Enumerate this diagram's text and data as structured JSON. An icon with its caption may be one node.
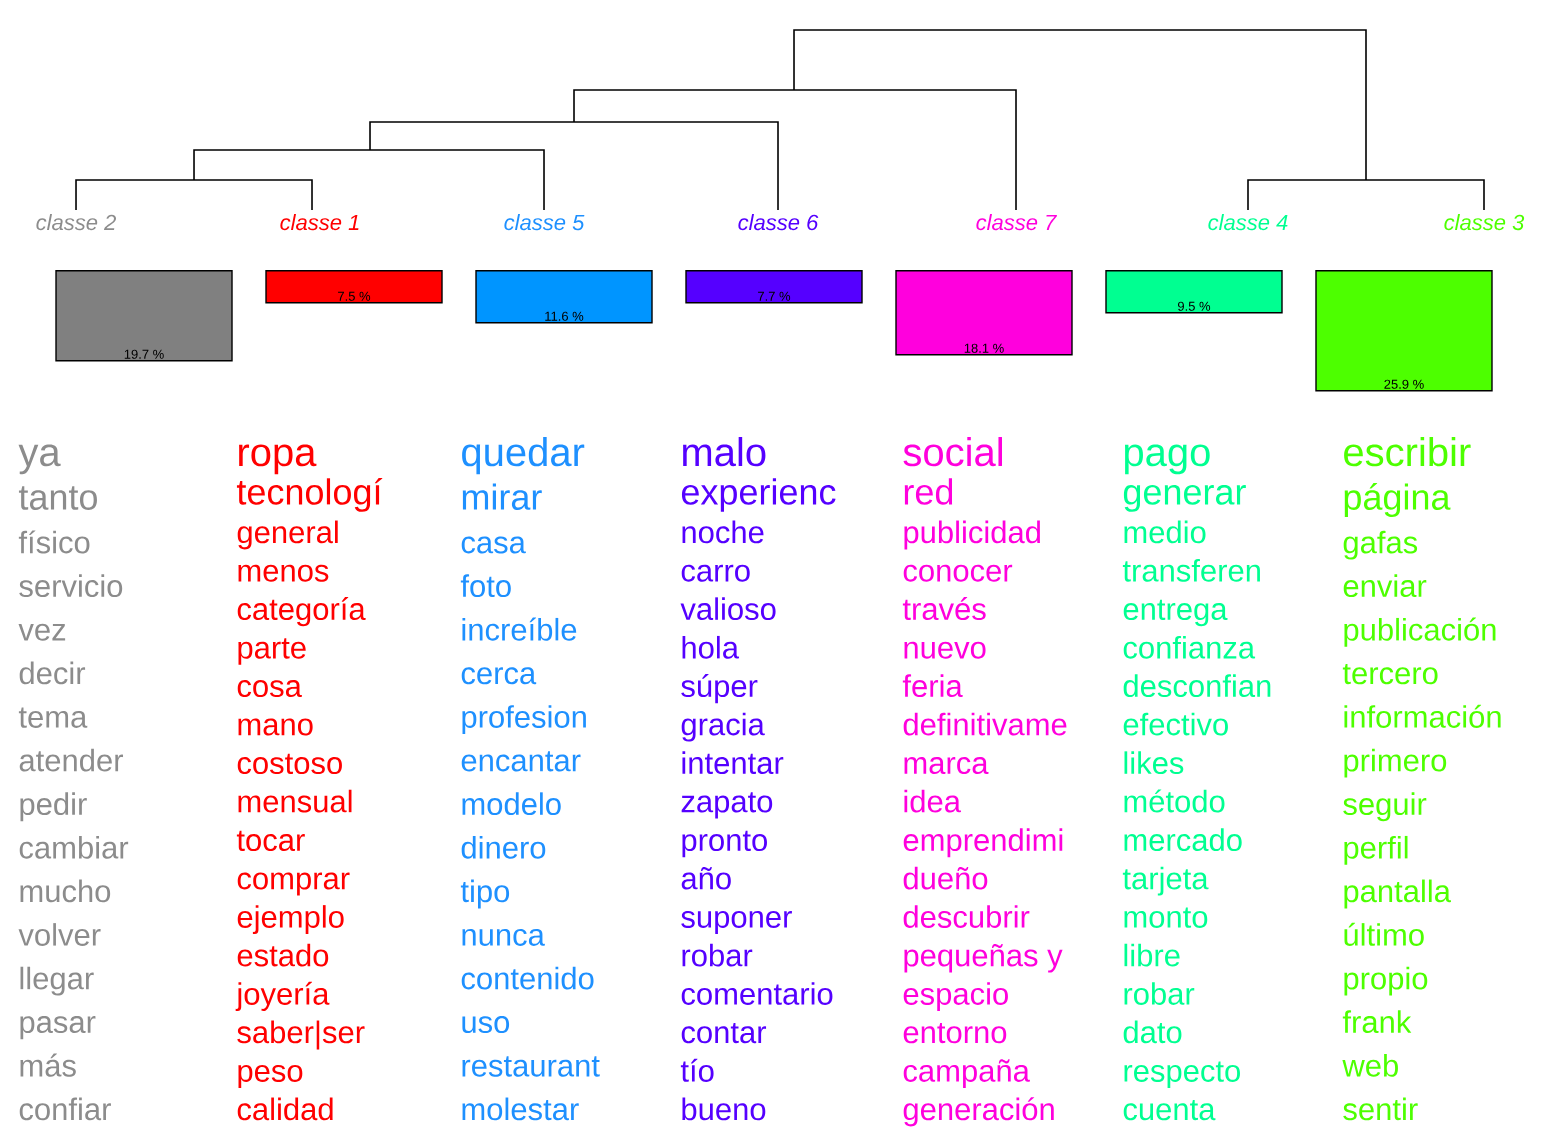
{
  "diagram": {
    "nodes": [
      {
        "text": [
          "19.7 %"
        ],
        "beside": [
          "classe  2"
        ]
      },
      {
        "text": [
          "7.5 %"
        ],
        "beside": [
          "classe  1"
        ]
      },
      {
        "text": [
          "11.6 %"
        ],
        "beside": [
          "classe  5"
        ]
      },
      {
        "text": [
          "7.7 %"
        ],
        "beside": [
          "classe  6"
        ]
      },
      {
        "text": [
          "18.1 %"
        ],
        "beside": [
          "classe  7"
        ]
      },
      {
        "text": [
          "9.5 %"
        ],
        "beside": [
          "classe  4"
        ]
      },
      {
        "text": [
          "25.9 %"
        ],
        "beside": [
          "classe  3"
        ]
      }
    ],
    "labels": [
      "ya",
      "tanto",
      "físico",
      "servicio",
      "vez",
      "decir",
      "tema",
      "atender",
      "pedir",
      "cambiar",
      "mucho",
      "volver",
      "llegar",
      "pasar",
      "más",
      "confiar",
      "ropa",
      "tecnologí",
      "general",
      "menos",
      "categoría",
      "parte",
      "cosa",
      "mano",
      "costoso",
      "mensual",
      "tocar",
      "comprar",
      "ejemplo",
      "estado",
      "joyería",
      "saber|ser",
      "peso",
      "calidad",
      "quedar",
      "mirar",
      "casa",
      "foto",
      "increíble",
      "cerca",
      "profesion",
      "encantar",
      "modelo",
      "dinero",
      "tipo",
      "nunca",
      "contenido",
      "uso",
      "restaurant",
      "molestar",
      "malo",
      "experienc",
      "noche",
      "carro",
      "valioso",
      "hola",
      "súper",
      "gracia",
      "intentar",
      "zapato",
      "pronto",
      "año",
      "suponer",
      "robar",
      "comentario",
      "contar",
      "tío",
      "bueno",
      "social",
      "red",
      "publicidad",
      "conocer",
      "través",
      "nuevo",
      "feria",
      "definitivame",
      "marca",
      "idea",
      "emprendimi",
      "dueño",
      "descubrir",
      "pequeñas y",
      "espacio",
      "entorno",
      "campaña",
      "generación",
      "pago",
      "generar",
      "medio",
      "transferen",
      "entrega",
      "confianza",
      "desconfian",
      "efectivo",
      "likes",
      "método",
      "mercado",
      "tarjeta",
      "monto",
      "libre",
      "robar",
      "dato",
      "respecto",
      "cuenta",
      "escribir",
      "página",
      "gafas",
      "enviar",
      "publicación",
      "tercero",
      "información",
      "primero",
      "seguir",
      "perfil",
      "pantalla",
      "último",
      "propio",
      "frank",
      "web",
      "sentir"
    ]
  }
}
